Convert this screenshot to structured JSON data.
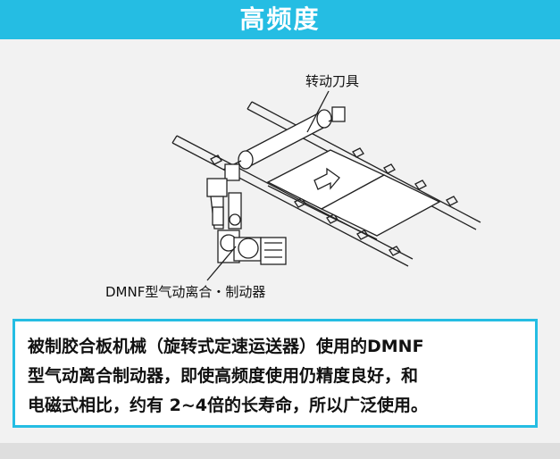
{
  "header": {
    "title": "高频度"
  },
  "diagram": {
    "label_tool": "转动刀具",
    "label_brake": "DMNF型气动离合・制动器"
  },
  "description": {
    "line1": "被制胶合板机械（旋转式定速运送器）使用的DMNF",
    "line2": "型气动离合制动器，即使高频度使用仍精度良好，和",
    "line3": "电磁式相比，约有 2~4倍的长寿命，所以广泛使用。"
  },
  "colors": {
    "accent": "#25bde3",
    "panel": "#f2f2f2"
  }
}
